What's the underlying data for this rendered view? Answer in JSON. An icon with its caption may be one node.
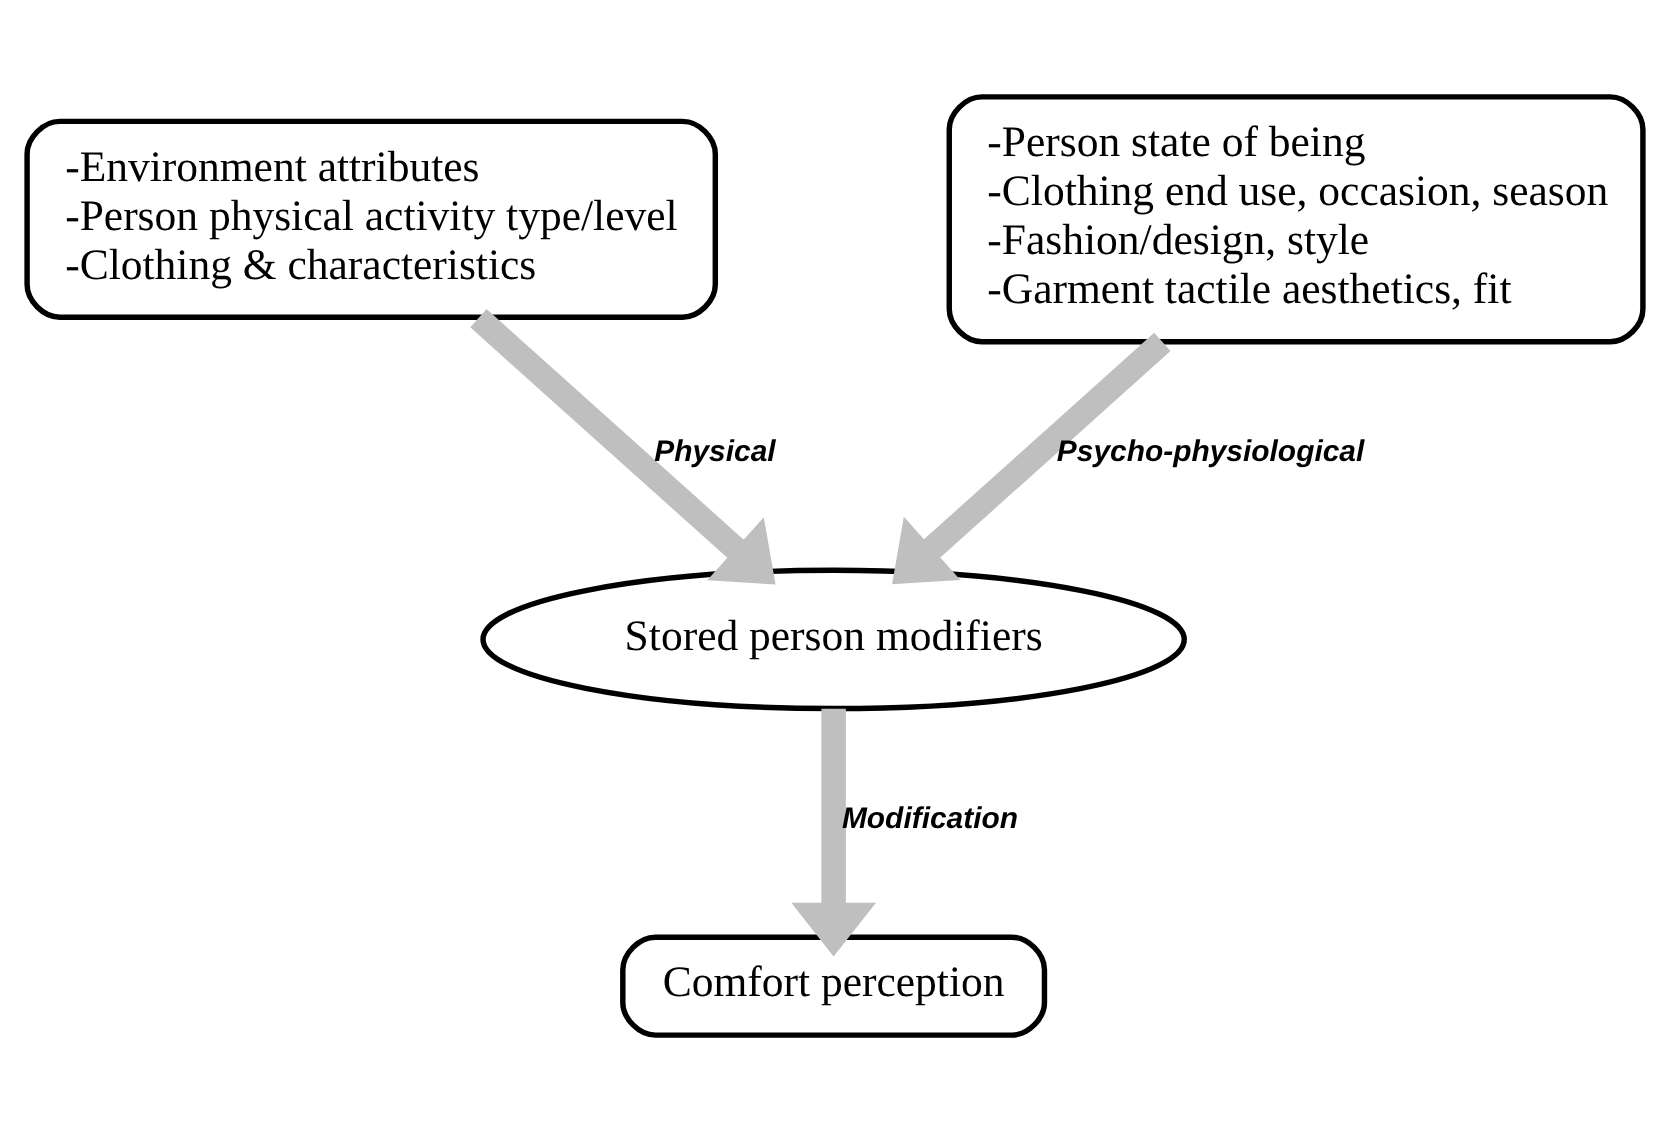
{
  "diagram": {
    "nodes": [
      {
        "text": [
          "-Environment attributes",
          "-Person physical activity type/level",
          "-Clothing & characteristics"
        ]
      },
      {
        "text": [
          "-Person state of being",
          "-Clothing end use, occasion, season",
          "-Fashion/design, style",
          "-Garment tactile aesthetics, fit"
        ]
      },
      {
        "text": [
          "Stored person modifiers"
        ]
      },
      {
        "text": [
          "Comfort perception"
        ]
      }
    ],
    "edges": [
      {
        "from": 0,
        "to": 2,
        "arrow": "to",
        "label": "Physical"
      },
      {
        "from": 1,
        "to": 2,
        "arrow": "to",
        "label": "Psycho-physiological"
      },
      {
        "from": 2,
        "to": 3,
        "arrow": "to",
        "label": "Modification"
      }
    ]
  }
}
